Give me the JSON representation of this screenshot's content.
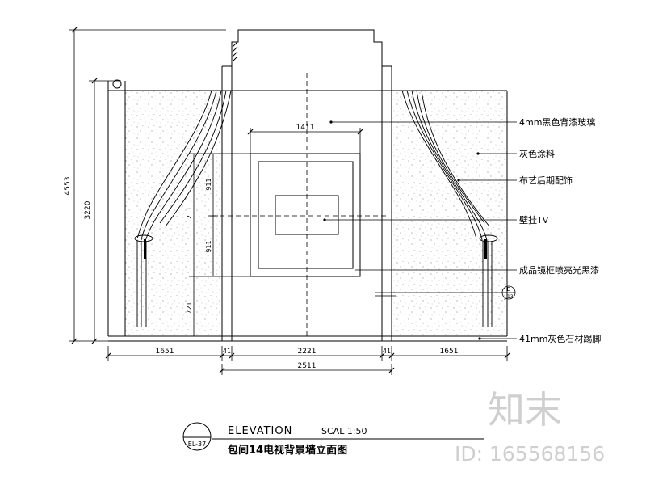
{
  "labels": {
    "glass": "4mm黑色背漆玻璃",
    "paint": "灰色涂料",
    "curtain": "布艺后期配饰",
    "tv": "壁挂TV",
    "frame": "成品镜框喷亮光黑漆",
    "skirting": "41mm灰色石材踢脚"
  },
  "dimensions": {
    "total_height": "4553",
    "side_height": "3220",
    "top_width": "1411",
    "v_1": "911",
    "v_2": "1211",
    "v_3": "911",
    "v_4": "721",
    "side_left": "1651",
    "gap_left": "41",
    "center": "2221",
    "gap_right": "41",
    "side_right": "1651",
    "overall_width": "2511"
  },
  "section_mark": {
    "top": "B",
    "bottom": "J-13"
  },
  "title": {
    "elevation": "ELEVATION",
    "scale": "SCAL  1:50",
    "code": "EL-37",
    "chinese": "包间14电视背景墙立面图"
  },
  "watermark": {
    "logo": "知末",
    "id": "ID: 165568156"
  }
}
